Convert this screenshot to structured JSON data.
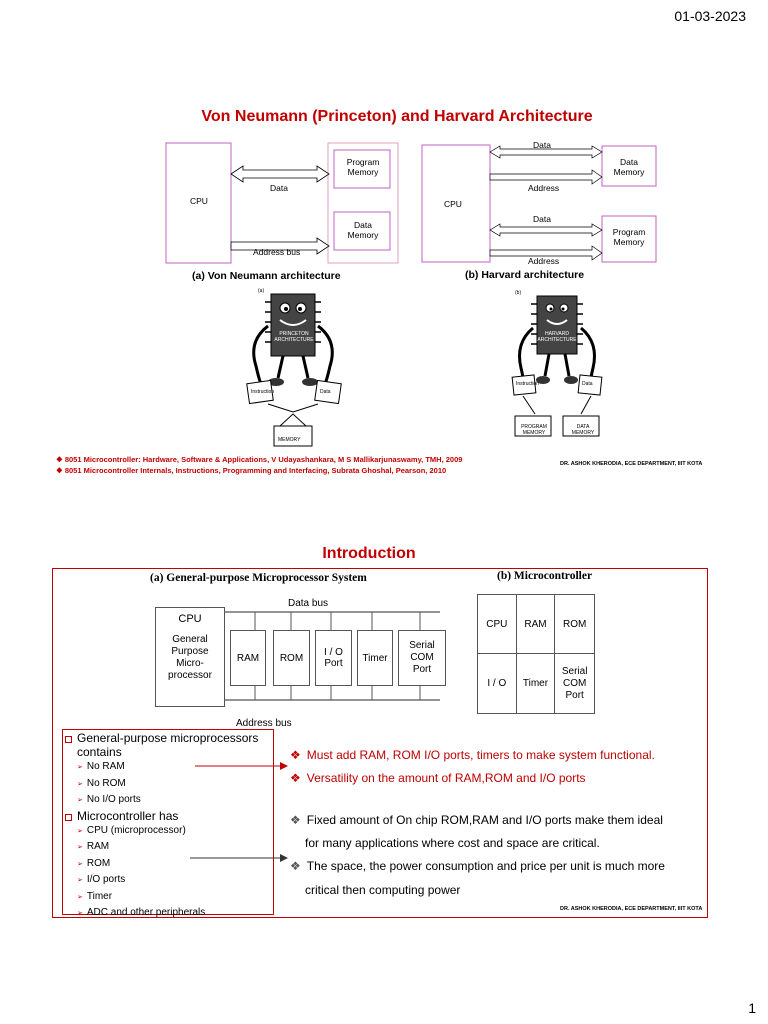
{
  "header": {
    "date": "01-03-2023"
  },
  "slide1": {
    "title": "Von Neumann (Princeton) and Harvard Architecture",
    "von_neumann": {
      "cpu": "CPU",
      "program_memory": "Program Memory",
      "data_memory": "Data Memory",
      "data_label": "Data",
      "address_label": "Address bus",
      "caption": "(a) Von Neumann architecture",
      "fig_label": "(a)",
      "chip_text": "PRINCETON ARCHITECTURE",
      "left_sheet": "Instruction",
      "right_sheet": "Data",
      "memory_box": "MEMORY"
    },
    "harvard": {
      "cpu": "CPU",
      "data_memory": "Data Memory",
      "program_memory": "Program Memory",
      "data_top": "Data",
      "address_top": "Address",
      "data_bottom": "Data",
      "address_bottom": "Address",
      "caption": "(b) Harvard architecture",
      "fig_label": "(b)",
      "chip_text": "HARVARD ARCHITECTURE",
      "left_sheet": "Instruction",
      "right_sheet": "Data",
      "program_memory_box": "PROGRAM MEMORY",
      "data_memory_box": "DATA MEMORY"
    },
    "refs": [
      "8051 Microcontroller: Hardware, Software & Applications, V Udayashankara, M S Mallikarjunaswamy, TMH, 2009",
      "8051 Microcontroller Internals, Instructions, Programming and Interfacing, Subrata Ghoshal, Pearson, 2010"
    ],
    "credit": "DR. ASHOK KHERODIA, ECE DEPARTMENT, IIIT KOTA"
  },
  "slide2": {
    "title": "Introduction",
    "fig_a_title": "(a) General-purpose Microprocessor System",
    "fig_b_title": "(b) Microcontroller",
    "data_bus": "Data bus",
    "address_bus": "Address bus",
    "cpu_label": "CPU",
    "cpu_desc": "General Purpose Micro-processor",
    "blocks": [
      "RAM",
      "ROM",
      "I / O Port",
      "Timer",
      "Serial COM Port"
    ],
    "mc_cells": [
      "CPU",
      "RAM",
      "ROM",
      "I / O",
      "Timer",
      "Serial COM Port"
    ],
    "list": {
      "head1": "General-purpose microprocessors contains",
      "items1": [
        "No RAM",
        "No ROM",
        "No I/O ports"
      ],
      "head2": "Microcontroller has",
      "items2": [
        "CPU (microprocessor)",
        "RAM",
        "ROM",
        "I/O ports",
        "Timer",
        "ADC and other peripherals"
      ]
    },
    "red_points": [
      "Must add RAM, ROM I/O ports, timers to make system functional.",
      "Versatility on the amount of RAM,ROM and I/O ports"
    ],
    "black_points": [
      "Fixed amount of On chip ROM,RAM and I/O ports make them ideal",
      "for many applications where cost and space are critical.",
      "The space, the power consumption and price per unit is much more",
      "critical then computing power"
    ],
    "credit": "DR. ASHOK KHERODIA, ECE DEPARTMENT, IIIT KOTA"
  },
  "footer": {
    "page": "1"
  }
}
